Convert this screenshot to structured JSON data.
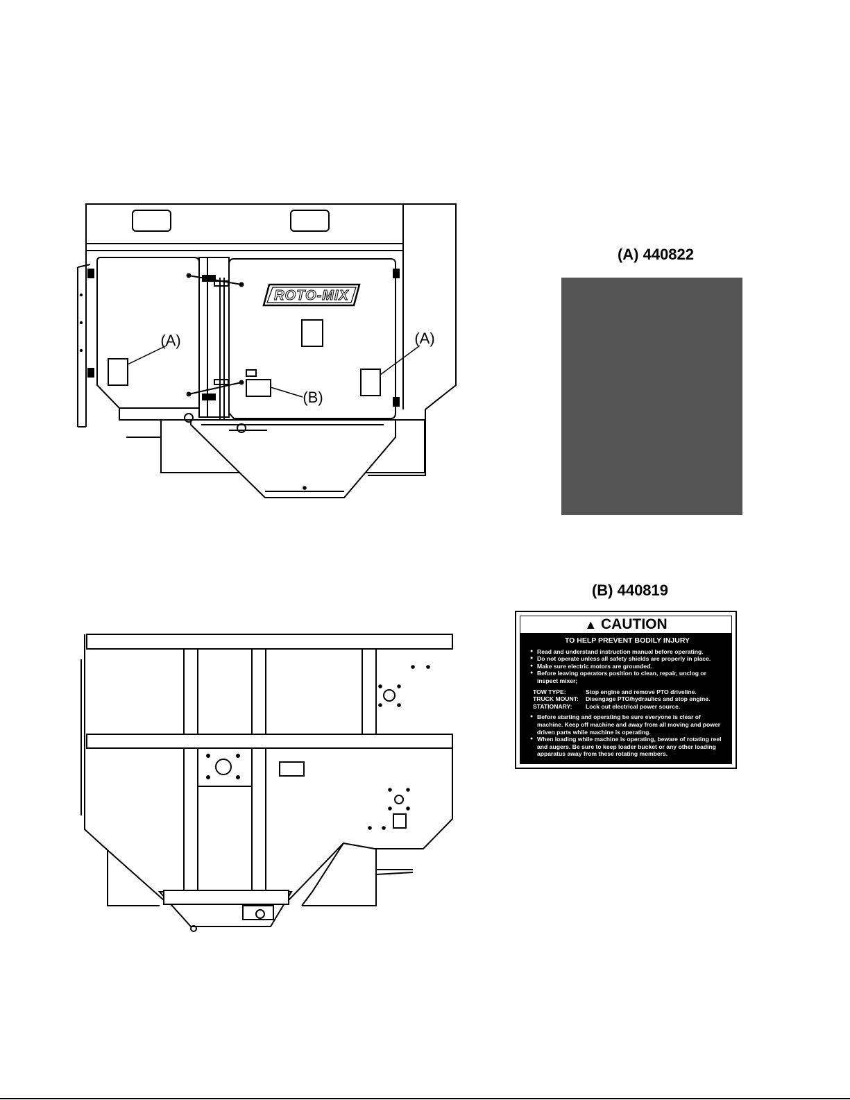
{
  "diagram_top": {
    "brand_logo": "ROTO-MIX",
    "callout_a_left": "(A)",
    "callout_a_right": "(A)",
    "callout_b": "(B)"
  },
  "decal_a": {
    "title": "(A) 440822",
    "color": "#555555"
  },
  "decal_b": {
    "title": "(B) 440819",
    "header_icon": "warning-triangle-icon",
    "header": "CAUTION",
    "subheader": "TO HELP PREVENT BODILY INJURY",
    "items": [
      "Read and understand instruction manual before operating.",
      "Do not operate unless all safety shields are properly in place.",
      "Make sure electric motors are grounded.",
      "Before leaving operators position to clean, repair, unclog or inspect mixer;"
    ],
    "modes": [
      {
        "label": "TOW TYPE:",
        "text": "Stop engine and remove PTO driveline."
      },
      {
        "label": "TRUCK MOUNT:",
        "text": "Disengage PTO/hydraulics and stop engine."
      },
      {
        "label": "STATIONARY:",
        "text": "Lock out electrical power source."
      }
    ],
    "items2": [
      "Before starting and operating be sure everyone is clear of machine.  Keep off machine and away from all moving and power driven parts while machine is operating.",
      "When loading while machine is operating, beware of rotating reel and augers.  Be sure to keep loader bucket or any other loading apparatus away from these rotating members."
    ]
  }
}
